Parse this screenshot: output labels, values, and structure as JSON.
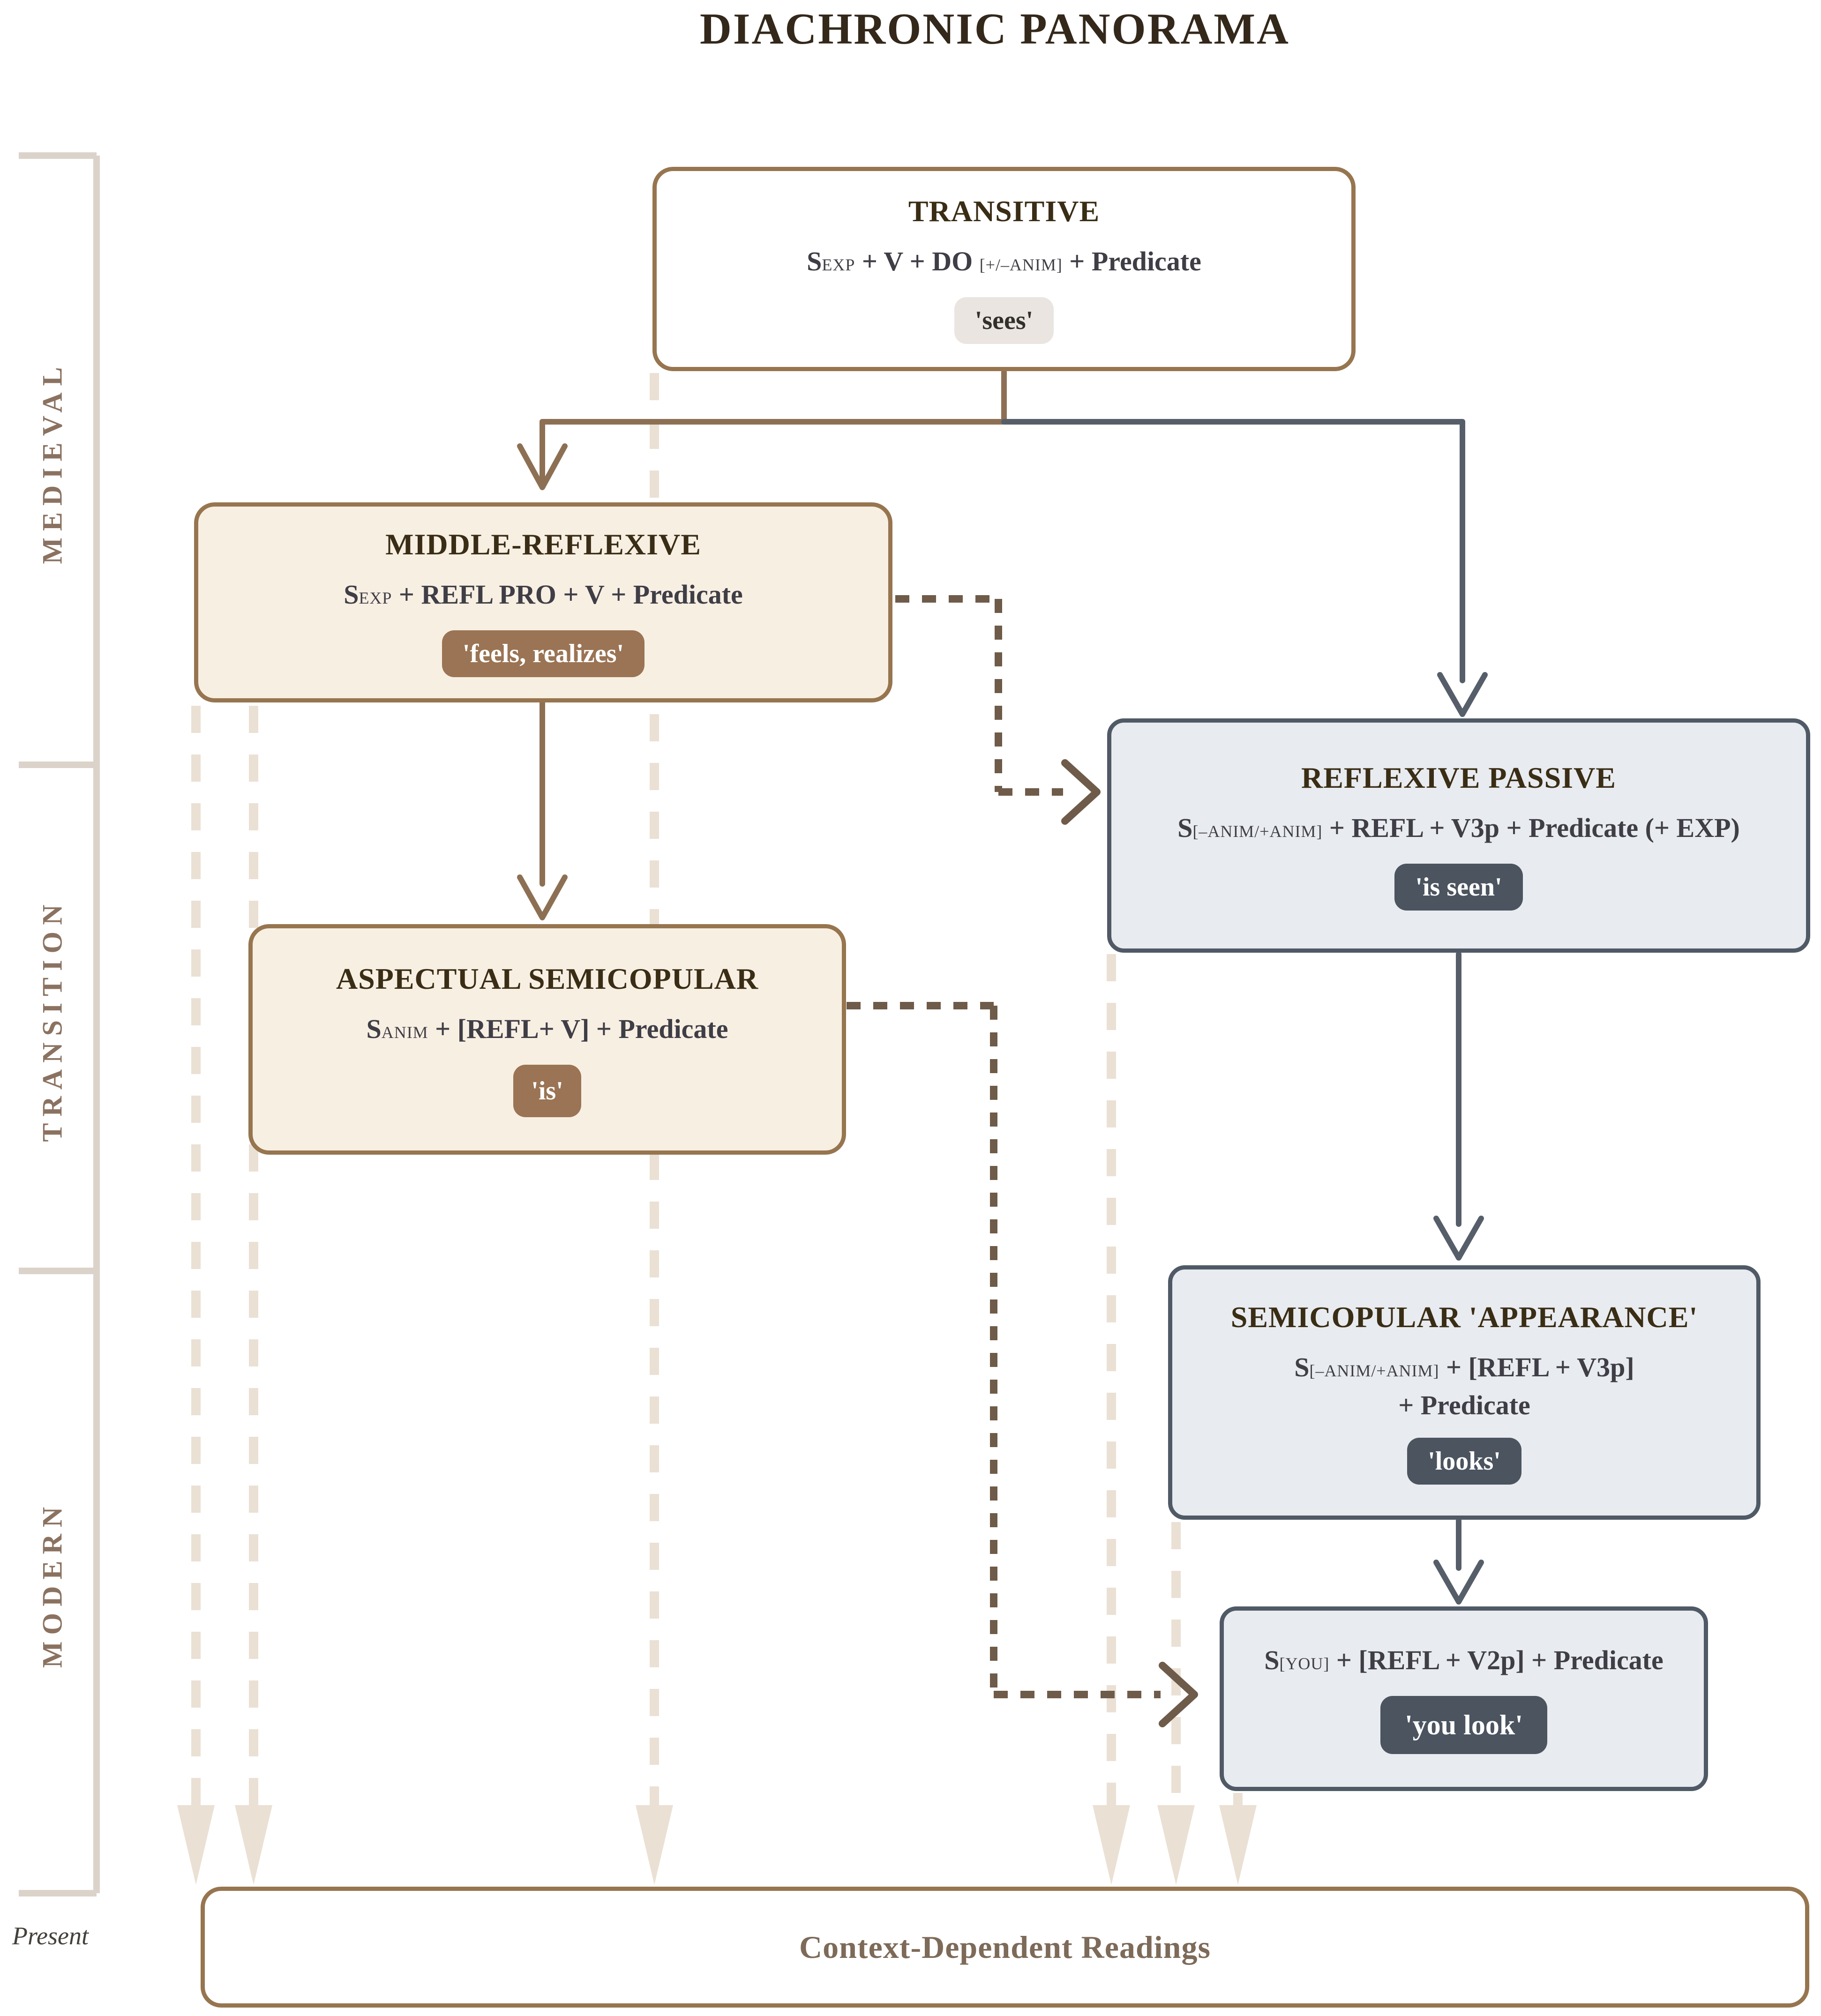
{
  "title": "DIACHRONIC PANORAMA",
  "timeline": {
    "eras": [
      {
        "label": "MEDIEVAL"
      },
      {
        "label": "TRANSITION"
      },
      {
        "label": "MODERN"
      }
    ],
    "present_label": "Present"
  },
  "boxes": {
    "transitive": {
      "title": "TRANSITIVE",
      "formula": [
        {
          "t": "S"
        },
        {
          "s": "EXP"
        },
        {
          "t": " + V + DO "
        },
        {
          "s": "[+/–ANIM]"
        },
        {
          "t": " + Predicate"
        }
      ],
      "gloss": "'sees'"
    },
    "middle_reflexive": {
      "title": "MIDDLE-REFLEXIVE",
      "formula": [
        {
          "t": "S"
        },
        {
          "s": "EXP"
        },
        {
          "t": " + REFL PRO + V + Predicate"
        }
      ],
      "gloss": "'feels, realizes'"
    },
    "reflexive_passive": {
      "title": "REFLEXIVE PASSIVE",
      "formula": [
        {
          "t": "S"
        },
        {
          "s": "[–ANIM/+ANIM]"
        },
        {
          "t": " + REFL + V3p + Predicate (+ EXP)"
        }
      ],
      "gloss": "'is seen'"
    },
    "aspectual_semicopular": {
      "title": "ASPECTUAL SEMICOPULAR",
      "formula": [
        {
          "t": "S"
        },
        {
          "s": "ANIM"
        },
        {
          "t": " + [REFL+ V] + Predicate"
        }
      ],
      "gloss": "'is'"
    },
    "semicopular_appearance": {
      "title": "SEMICOPULAR 'APPEARANCE'",
      "formula": [
        {
          "t": "S"
        },
        {
          "s": "[–ANIM/+ANIM]"
        },
        {
          "t": " + [REFL + V3p]"
        }
      ],
      "formula_line2": [
        {
          "t": "+ Predicate"
        }
      ],
      "gloss": "'looks'"
    },
    "second_person": {
      "formula": [
        {
          "t": "S"
        },
        {
          "s": "[YOU]"
        },
        {
          "t": " + [REFL + V2p] + Predicate"
        }
      ],
      "gloss": "'you look'"
    },
    "context": {
      "title": "Context-Dependent Readings"
    }
  },
  "colors": {
    "brown_border": "#96754F",
    "brown_arrow": "#8D7054",
    "dotted_brown": "#6F5B49",
    "slate": "#505A66",
    "cream_fill": "#F8EFE3",
    "slate_fill": "#E8EBEF",
    "badge_gray": "#EAE5E0",
    "badge_brown": "#9A7454",
    "badge_slate": "#4B545F",
    "ghost_dash": "#EAE0D4",
    "timeline_line": "#DBD3CA",
    "era_label_text": "#8B7260",
    "title_text": "#33281A",
    "context_text": "#7D6A58"
  }
}
